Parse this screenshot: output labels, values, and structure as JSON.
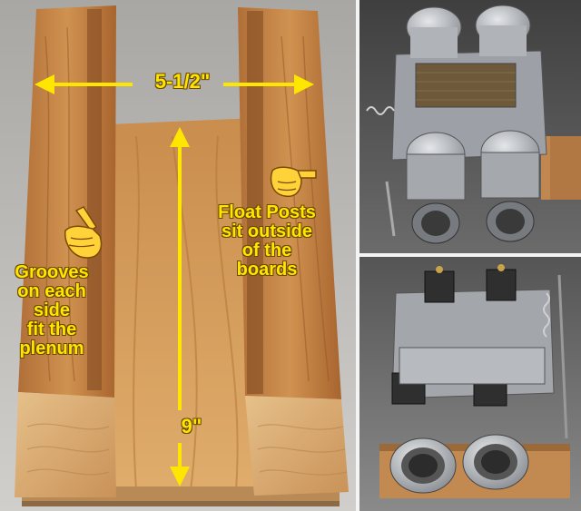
{
  "annotations": {
    "width_label": "5-1/2\"",
    "height_label": "9\"",
    "grooves_line1": "Grooves",
    "grooves_line2": "on each",
    "grooves_line3": "side",
    "grooves_line4": "fit the",
    "grooves_line5": "plenum",
    "float_line1": "Float Posts",
    "float_line2": "sit outside",
    "float_line3": "of the",
    "float_line4": "boards"
  },
  "colors": {
    "annotation": "#ffe600",
    "wood_light": "#c98a4e",
    "wood_dark": "#8a5228",
    "plywood": "#d59e5e",
    "backdrop": "#b9b7b3",
    "aluminum": "#b5b8bc"
  },
  "icons": {
    "pointing_hand": "pointing-hand-icon"
  }
}
